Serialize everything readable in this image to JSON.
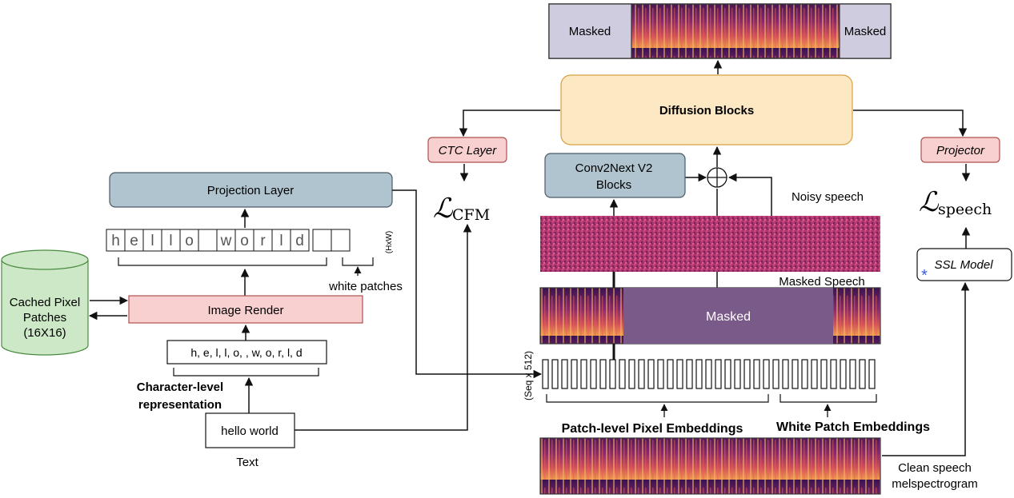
{
  "diagram": {
    "left": {
      "projection_layer": "Projection Layer",
      "pixel_letters": [
        "h",
        "e",
        "l",
        "l",
        "o",
        "w",
        "o",
        "r",
        "l",
        "d"
      ],
      "hxw_label": "(HxW)",
      "white_patches_label": "white patches",
      "cached_pixel_patches": [
        "Cached Pixel",
        "Patches",
        "(16X16)"
      ],
      "image_render": "Image Render",
      "char_sequence": "h, e, l, l, o, , w, o, r, l, d",
      "char_level_rep": [
        "Character-level",
        "representation"
      ],
      "text_input": "hello world",
      "text_caption": "Text"
    },
    "middle": {
      "ctc_layer": "CTC Layer",
      "loss_cfm_symbol": "ℒ",
      "loss_cfm_sub": "CFM"
    },
    "right": {
      "masked_left": "Masked",
      "masked_right": "Masked",
      "diffusion_blocks": "Diffusion Blocks",
      "conv2next": [
        "Conv2Next V2",
        "Blocks"
      ],
      "noisy_speech": "Noisy speech",
      "masked_speech": "Masked Speech",
      "masked_center": "Masked",
      "seq_label": "(Seq x 512)",
      "patch_embeddings": "Patch-level Pixel Embeddings",
      "white_patch_embeddings": "White Patch Embeddings",
      "clean_speech": [
        "Clean speech",
        "melspectrogram"
      ],
      "projector": "Projector",
      "loss_speech_symbol": "ℒ",
      "loss_speech_sub": "speech",
      "ssl_model": "SSL Model",
      "ssl_asterisk": "*"
    },
    "colors": {
      "projection_fill": "#b0c4d0",
      "render_fill": "#f8d0d0",
      "cylinder_fill": "#cce8c6",
      "diffusion_fill": "#fde8c4",
      "masked_box_fill": "#d0cce0",
      "masked_center_fill": "#7a5a88",
      "noise_fill": "#b03870"
    }
  }
}
